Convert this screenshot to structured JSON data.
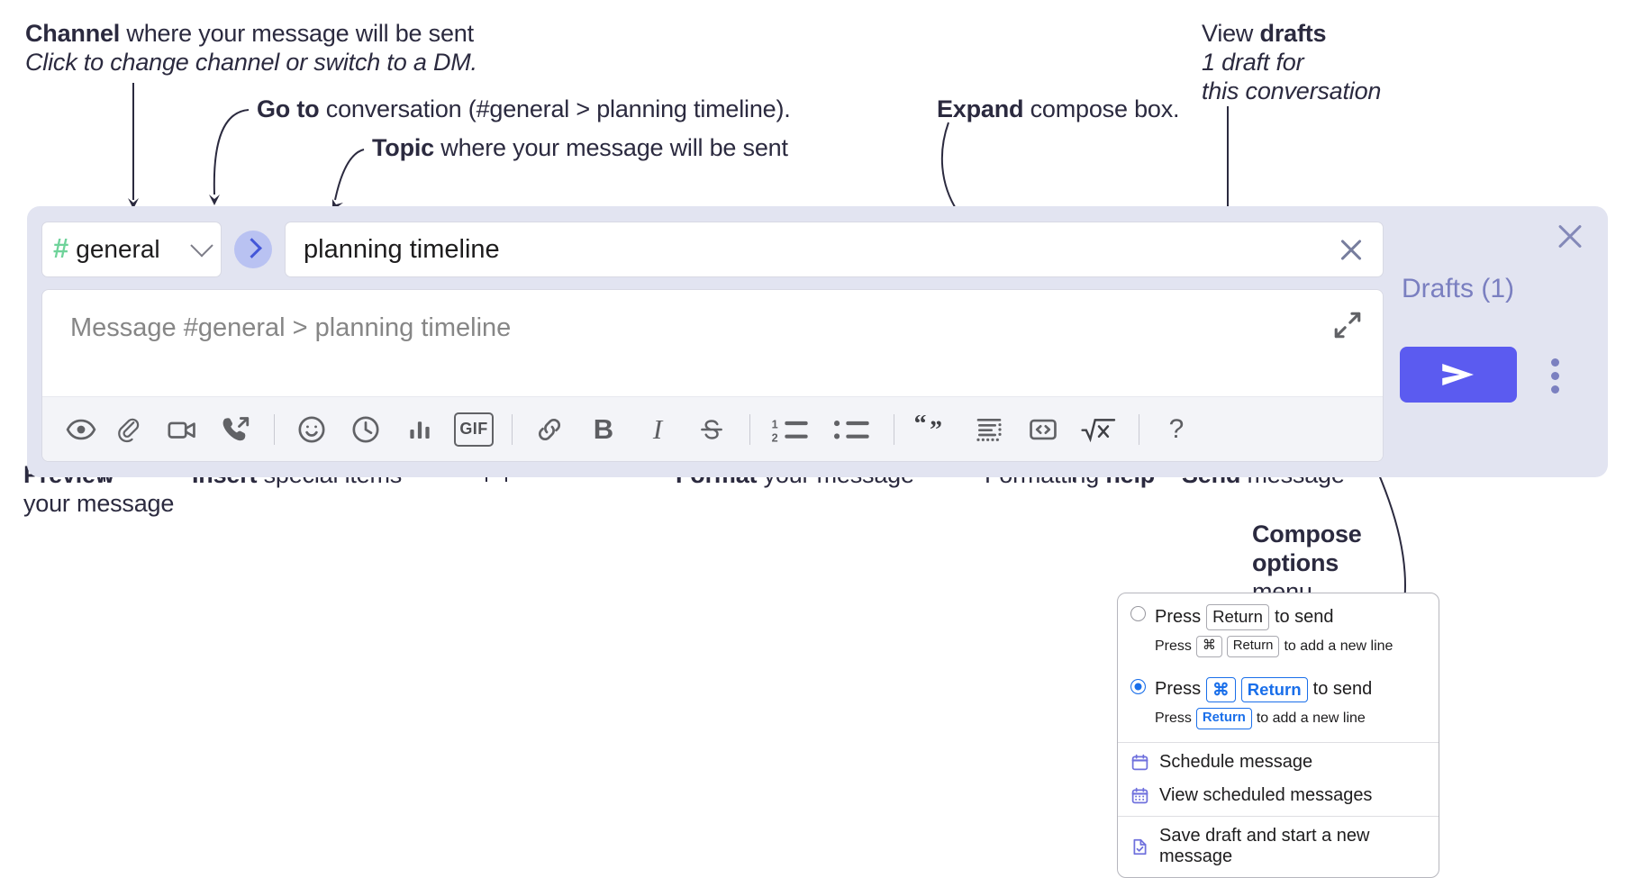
{
  "annotations": {
    "channel_title_bold": "Channel",
    "channel_title_rest": " where your message will be sent",
    "channel_sub": "Click to change channel or switch to a DM.",
    "goto_bold": "Go to",
    "goto_rest": " conversation (#general > planning timeline).",
    "topic_bold": "Topic",
    "topic_rest": " where your message will be sent",
    "expand_bold": "Expand",
    "expand_rest": " compose box.",
    "drafts_line1_rest": "View ",
    "drafts_line1_bold": "drafts",
    "drafts_line2": "1 draft for",
    "drafts_line3": "this conversation",
    "preview_bold": "Preview",
    "preview_line2": "your message",
    "insert_bold": "Insert",
    "insert_rest": " special items",
    "format_bold": "Format",
    "format_rest": " your message",
    "help_rest": "Formatting ",
    "help_bold": "help",
    "send_bold": "Send",
    "send_rest": " message",
    "compose_opts_bold1": "Compose",
    "compose_opts_bold2": "options",
    "compose_opts_rest": "menu"
  },
  "compose": {
    "channel": {
      "hash": "#",
      "name": "general"
    },
    "goto_label": "›",
    "topic": {
      "value": "planning timeline"
    },
    "message": {
      "placeholder": "Message #general > planning timeline",
      "value": ""
    },
    "toolbar": {
      "groups": [
        {
          "items": [
            {
              "name": "preview-icon",
              "label": "Preview"
            }
          ]
        },
        {
          "items": [
            {
              "name": "attachment-icon",
              "label": "Attach file"
            },
            {
              "name": "video-icon",
              "label": "Record video"
            },
            {
              "name": "call-icon",
              "label": "Call"
            }
          ]
        },
        {
          "items": [
            {
              "name": "emoji-icon",
              "label": "Emoji"
            },
            {
              "name": "clock-icon",
              "label": "Reminder"
            },
            {
              "name": "poll-icon",
              "label": "Poll"
            },
            {
              "name": "gif-icon",
              "label": "GIF"
            }
          ]
        },
        {
          "items": [
            {
              "name": "link-icon",
              "label": "Link"
            },
            {
              "name": "bold-icon",
              "label": "B"
            },
            {
              "name": "italic-icon",
              "label": "I"
            },
            {
              "name": "strikethrough-icon",
              "label": "S"
            }
          ]
        },
        {
          "items": [
            {
              "name": "ordered-list-icon",
              "label": "Ordered list"
            },
            {
              "name": "bulleted-list-icon",
              "label": "Bulleted list"
            }
          ]
        },
        {
          "items": [
            {
              "name": "blockquote-icon",
              "label": "Blockquote"
            },
            {
              "name": "code-block-icon",
              "label": "Code block"
            },
            {
              "name": "inline-code-icon",
              "label": "Inline code"
            },
            {
              "name": "math-icon",
              "label": "Math"
            }
          ]
        },
        {
          "items": [
            {
              "name": "help-icon",
              "label": "?"
            }
          ]
        }
      ],
      "gif_label": "GIF",
      "bold_label": "B",
      "italic_label": "I",
      "help_label": "?"
    }
  },
  "drafts": {
    "link_label": "Drafts (1)",
    "close_label": "×",
    "send_label": "Send"
  },
  "options_menu": {
    "radio1": {
      "selected": false,
      "prefix": "Press",
      "key": "Return",
      "suffix": "to send",
      "sub_prefix": "Press",
      "sub_key1": "⌘",
      "sub_key2": "Return",
      "sub_suffix": "to add a new line"
    },
    "radio2": {
      "selected": true,
      "prefix": "Press",
      "key1": "⌘",
      "key2": "Return",
      "suffix": "to send",
      "sub_prefix": "Press",
      "sub_key": "Return",
      "sub_suffix": "to add a new line"
    },
    "items": [
      {
        "icon": "calendar-schedule-icon",
        "label": "Schedule message"
      },
      {
        "icon": "calendar-grid-icon",
        "label": "View scheduled messages"
      },
      {
        "icon": "save-draft-icon",
        "label": "Save draft and start a new message"
      }
    ]
  },
  "colors": {
    "panel_bg": "#e2e4f1",
    "send_button": "#5b5bf0",
    "goto_button": "#b9c2f2",
    "accent_text": "#7a7fc0",
    "channel_hash": "#6fd39a",
    "radio_blue": "#1a6fea",
    "menu_icon": "#6f70dd"
  }
}
